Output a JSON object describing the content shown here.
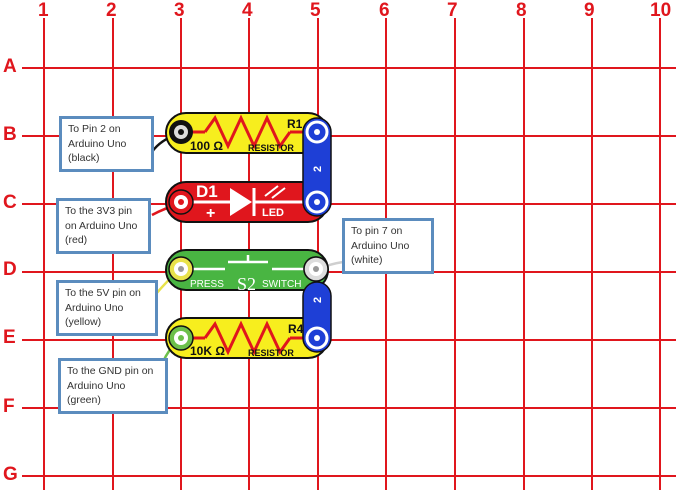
{
  "grid": {
    "columns": [
      "1",
      "2",
      "3",
      "4",
      "5",
      "6",
      "7",
      "8",
      "9",
      "10"
    ],
    "rows": [
      "A",
      "B",
      "C",
      "D",
      "E",
      "F",
      "G"
    ],
    "line_color": "#e0161d"
  },
  "parts": {
    "r1": {
      "ref": "R1",
      "value": "100 Ω",
      "type": "RESISTOR",
      "color": "#f7ee1e"
    },
    "d1": {
      "ref": "D1",
      "type": "LED",
      "color": "#e0161d"
    },
    "s2": {
      "ref": "S2",
      "left": "PRESS",
      "right": "SWITCH",
      "color": "#49b542"
    },
    "r4": {
      "ref": "R4",
      "value": "10K Ω",
      "type": "RESISTOR",
      "color": "#f7ee1e"
    },
    "jumper_top": {
      "label": "2",
      "color": "#1e3fd6"
    },
    "jumper_bottom": {
      "label": "2",
      "color": "#1e3fd6"
    }
  },
  "labels": {
    "pin2": [
      "To Pin 2 on",
      "Arduino Uno",
      "(black)"
    ],
    "v33": [
      "To the 3V3 pin",
      "on Arduino Uno",
      "(red)"
    ],
    "v5": [
      "To the 5V pin on",
      "Arduino Uno",
      "(yellow)"
    ],
    "gnd": [
      "To the GND pin on",
      "Arduino Uno",
      "(green)"
    ],
    "pin7": [
      "To pin 7 on",
      "Arduino Uno",
      "(white)"
    ]
  },
  "wire_colors": {
    "black": "#111111",
    "red": "#e0161d",
    "yellow": "#e8e24a",
    "green": "#6cc04a",
    "white": "#cfcfcf"
  }
}
